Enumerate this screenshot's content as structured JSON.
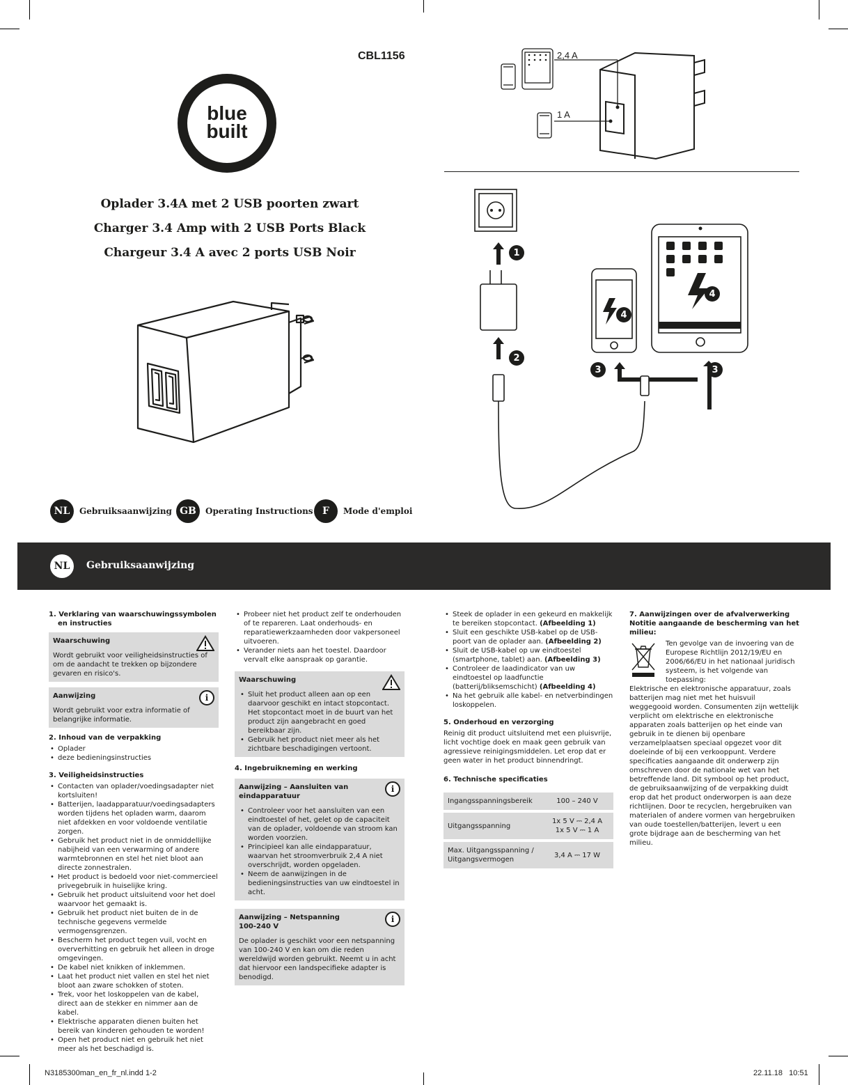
{
  "product_code": "CBL1156",
  "brand": {
    "line1": "blue",
    "line2": "built"
  },
  "titles": [
    "Oplader 3.4A met 2 USB poorten zwart",
    "Charger 3.4 Amp with 2 USB Ports Black",
    "Chargeur 3.4 A avec 2 ports USB Noir"
  ],
  "port_labels": {
    "high": "2,4 A",
    "low": "1 A"
  },
  "step_numbers": [
    "1",
    "2",
    "3",
    "3",
    "4",
    "4"
  ],
  "languages": [
    {
      "code": "NL",
      "label": "Gebruiksaanwijzing"
    },
    {
      "code": "GB",
      "label": "Operating Instructions"
    },
    {
      "code": "F",
      "label": "Mode d'emploi"
    }
  ],
  "banner": {
    "code": "NL",
    "title": "Gebruiksaanwijzing"
  },
  "col1": {
    "s1_title": "1. Verklaring van waarschuwingssymbolen en instructies",
    "warning_title": "Waarschuwing",
    "warning_text": "Wordt gebruikt voor veiligheidsinstructies of om de aandacht te trekken op bijzondere gevaren en risico's.",
    "note_title": "Aanwijzing",
    "note_text": "Wordt gebruikt voor extra informatie of belangrijke informatie.",
    "s2_title": "2. Inhoud van de verpakking",
    "s2_items": [
      "Oplader",
      "deze bedieningsinstructies"
    ],
    "s3_title": "3. Veiligheidsinstructies",
    "s3_items": [
      "Contacten van oplader/voedingsadapter niet kortsluiten!",
      "Batterijen, laadapparatuur/voedingsadapters worden tijdens het opladen warm, daarom niet afdekken en voor voldoende ventilatie zorgen.",
      "Gebruik het product niet in de onmiddellijke nabijheid van een verwarming of andere warmtebronnen en stel het niet bloot aan directe zonnestralen.",
      "Het product is bedoeld voor niet-commercieel privegebruik in huiselijke kring.",
      "Gebruik het product uitsluitend voor het doel waarvoor het gemaakt is.",
      "Gebruik het product niet buiten de in de technische gegevens vermelde vermogensgrenzen.",
      "Bescherm het product tegen vuil, vocht en oververhitting en gebruik het alleen in droge omgevingen.",
      "De kabel niet knikken of inklemmen.",
      "Laat het product niet vallen en stel het niet bloot aan zware schokken of stoten.",
      "Trek, voor het loskoppelen van de kabel, direct aan de stekker en nimmer aan de kabel.",
      "Elektrische apparaten dienen buiten het bereik van kinderen gehouden te worden!",
      "Open het product niet en gebruik het niet meer als het beschadigd is."
    ]
  },
  "col2": {
    "items_top": [
      "Probeer niet het product zelf te onderhouden of te repareren. Laat onderhouds- en reparatiewerkzaamheden door vakpersoneel uitvoeren.",
      "Verander niets aan het toestel. Daardoor vervalt elke aanspraak op garantie."
    ],
    "warning_title": "Waarschuwing",
    "warning_items": [
      "Sluit het product alleen aan op een daarvoor geschikt en intact stopcontact. Het stopcontact moet in de buurt van het product zijn aangebracht en goed bereikbaar zijn.",
      "Gebruik het product niet meer als het zichtbare beschadigingen vertoont."
    ],
    "s4_title": "4. Ingebruikneming en werking",
    "note1_title": "Aanwijzing – Aansluiten van eindapparatuur",
    "note1_items": [
      "Controleer voor het aansluiten van een eindtoestel of het, gelet op de capaciteit van de oplader, voldoende van stroom kan worden voorzien.",
      "Principieel kan alle eindapparatuur, waarvan het stroomverbruik 2,4 A niet overschrijdt, worden opgeladen.",
      "Neem de aanwijzingen in de bedieningsinstructies van uw eindtoestel in acht."
    ],
    "note2_title": "Aanwijzing – Netspanning 100-240 V",
    "note2_text": "De oplader is geschikt voor een netspanning van 100-240 V en kan om die reden wereldwijd worden gebruikt. Neemt u in acht dat hiervoor een landspecifieke adapter is benodigd."
  },
  "col3": {
    "items": [
      {
        "text": "Steek de oplader in een gekeurd en makkelijk te bereiken stopcontact.",
        "bold": "(Afbeelding 1)"
      },
      {
        "text": "Sluit een geschikte USB-kabel op de USB-poort van de oplader aan.",
        "bold": "(Afbeelding 2)"
      },
      {
        "text": "Sluit de USB-kabel op uw eindtoestel (smartphone, tablet) aan.",
        "bold": "(Afbeelding 3)"
      },
      {
        "text": "Controleer de laadindicator van uw eindtoestel op laadfunctie (batterij/bliksemschicht)",
        "bold": "(Afbeelding 4)"
      },
      {
        "text": "Na het gebruik alle kabel- en netverbindingen loskoppelen.",
        "bold": ""
      }
    ],
    "s5_title": "5. Onderhoud en verzorging",
    "s5_text": "Reinig dit product uitsluitend met een pluisvrije, licht vochtige doek en maak geen gebruik van agressieve reinigingsmiddelen. Let erop dat er geen water in het product binnendringt.",
    "s6_title": "6. Technische specificaties",
    "spec_rows": [
      {
        "label": "Ingangsspanningsbereik",
        "value": "100 – 240 V"
      },
      {
        "label": "Uitgangsspanning",
        "value": "1x 5 V ⎓ 2,4 A\n1x 5 V ⎓ 1 A"
      },
      {
        "label": "Max. Uitgangsspanning / Uitgangsvermogen",
        "value": "3,4 A ⎓ 17 W"
      }
    ]
  },
  "col4": {
    "s7_title": "7. Aanwijzingen over de afvalverwerking Notitie aangaande de bescherming van het milieu:",
    "intro": "Ten gevolge van de invoering van de Europese Richtlijn 2012/19/EU en 2006/66/EU in het nationaal juridisch systeem, is het volgende van toepassing:",
    "body": "Elektrische en elektronische apparatuur, zoals batterijen mag niet met het huisvuil weggegooid worden. Consumenten zijn wettelijk verplicht om elektrische en elektronische apparaten zoals batterijen op het einde van gebruik in te dienen bij openbare verzamelplaatsen speciaal opgezet voor dit doeleinde of bij een verkooppunt. Verdere specificaties aangaande dit onderwerp zijn omschreven door de nationale wet van het betreffende land. Dit symbool op het product, de gebruiksaanwijzing of de verpakking duidt erop dat het product onderworpen is aan deze richtlijnen. Door te recyclen, hergebruiken van materialen of andere vormen van hergebruiken van oude toestellen/batterijen, levert u een grote bijdrage aan de bescherming van het milieu."
  },
  "footer": {
    "left": "N3185300man_en_fr_nl.indd   1-2",
    "right": "22.11.18   10:51"
  }
}
